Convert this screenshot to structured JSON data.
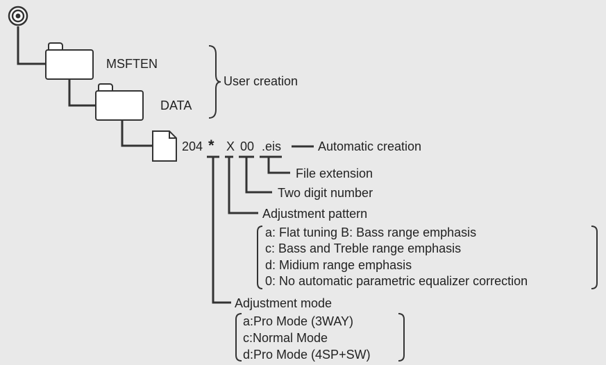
{
  "folders": {
    "root": "MSFTEN",
    "sub": "DATA"
  },
  "labels": {
    "user_creation": "User creation",
    "automatic_creation": "Automatic creation"
  },
  "filename": {
    "prefix": "204",
    "star": "*",
    "pattern": "X",
    "number": "00",
    "extension": ".eis"
  },
  "parts": {
    "file_extension": "File extension",
    "two_digit_number": "Two digit number",
    "adjustment_pattern": "Adjustment pattern",
    "adjustment_mode": "Adjustment mode"
  },
  "pattern_options": [
    "a:  Flat tuning  B: Bass range emphasis",
    "c:  Bass and Treble range emphasis",
    "d:  Midium range emphasis",
    "0:  No automatic parametric equalizer correction"
  ],
  "mode_options": [
    "a:Pro Mode (3WAY)",
    "c:Normal Mode",
    "d:Pro Mode (4SP+SW)"
  ],
  "colors": {
    "line": "#333333",
    "folder_fill": "#ffffff",
    "background": "#e9e9e9"
  }
}
